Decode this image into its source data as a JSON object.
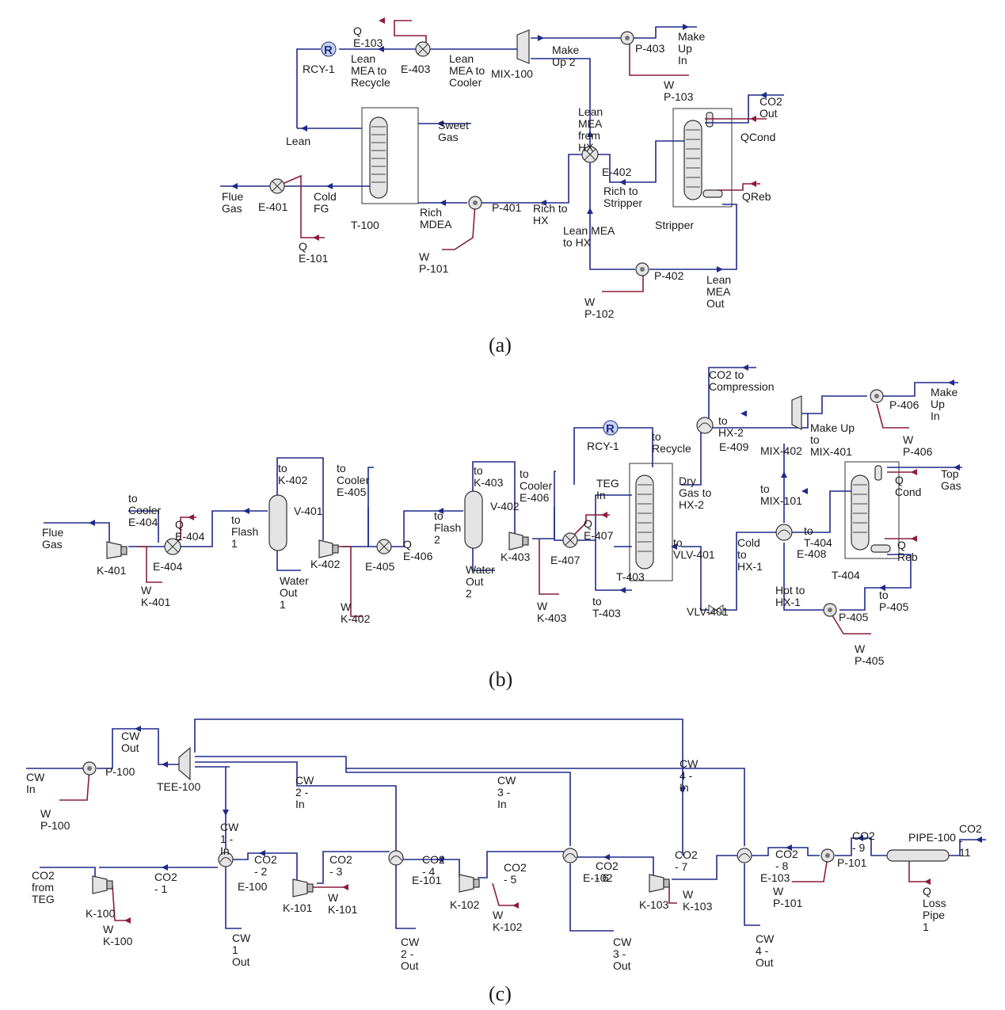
{
  "captions": {
    "a": "(a)",
    "b": "(b)",
    "c": "(c)"
  },
  "colors": {
    "material_stream": "#1f2a8a",
    "energy_stream": "#8c1d3c",
    "equipment": "#e4e4e4"
  },
  "icons": {
    "pump": "pump-icon",
    "heat_exchanger": "heat-exchanger-icon",
    "cooler": "cooler-icon",
    "compressor": "compressor-icon",
    "column": "column-icon",
    "mixer": "mixer-icon",
    "recycle": "recycle-icon",
    "valve": "valve-icon",
    "separator": "separator-icon",
    "pipe": "pipe-icon"
  },
  "a": {
    "recycle_letter": "R",
    "labels": {
      "q_e103": "Q\nE-103",
      "rcy1": "RCY-1",
      "lean_mea_recycle": "Lean\nMEA to\nRecycle",
      "e403": "E-403",
      "lean_mea_cooler": "Lean\nMEA to\nCooler",
      "mix100": "MIX-100",
      "make_up2": "Make\nUp 2",
      "p403": "P-403",
      "make_up_in": "Make\nUp\nIn",
      "w_p103": "W\nP-103",
      "lean": "Lean",
      "sweet_gas": "Sweet\nGas",
      "lean_mea_hx": "Lean\nMEA\nfrom\nHX",
      "co2_out": "CO2\nOut",
      "qcond": "QCond",
      "flue_gas": "Flue\nGas",
      "e401": "E-401",
      "cold_fg": "Cold\nFG",
      "e402": "E-402",
      "rich_to_stripper": "Rich to\nStripper",
      "qreb": "QReb",
      "rich_mdea": "Rich\nMDEA",
      "p401": "P-401",
      "rich_to_hx": "Rich to\nHX",
      "t100": "T-100",
      "lean_mea_to_hx": "Lean MEA\nto HX",
      "stripper": "Stripper",
      "q_e101": "Q\nE-101",
      "w_p101": "W\nP-101",
      "p402": "P-402",
      "lean_mea_out": "Lean\nMEA\nOut",
      "w_p102": "W\nP-102"
    }
  },
  "b": {
    "recycle_letter": "R",
    "labels": {
      "co2_compression": "CO2 to\nCompression",
      "make_up_in": "Make\nUp\nIn",
      "p406": "P-406",
      "to_hx2": "to\nHX-2",
      "e409": "E-409",
      "make_up_to_mix401": "Make Up\nto\nMIX-401",
      "mix402": "MIX-402",
      "w_p406": "W\nP-406",
      "rcy1": "RCY-1",
      "to_recycle": "to\nRecycle",
      "to_k402": "to\nK-402",
      "to_cooler_e405": "to\nCooler\nE-405",
      "to_k403": "to\nK-403",
      "to_cooler_e406": "to\nCooler\nE-406",
      "teg_in": "TEG\nIn",
      "dry_gas": "Dry\nGas to\nHX-2",
      "to_mix101": "to\nMIX-101",
      "q_cond": "Q\nCond",
      "top_gas": "Top\nGas",
      "to_cooler_e404": "to\nCooler\nE-404",
      "v401": "V-401",
      "v402": "V-402",
      "flue_gas": "Flue\nGas",
      "q_e404": "Q\nE-404",
      "to_flash1": "to\nFlash\n1",
      "to_flash2": "to\nFlash\n2",
      "q_e407": "Q\nE-407",
      "to_t404": "to\nT-404",
      "e408": "E-408",
      "q_reb": "Q\nReb",
      "k401": "K-401",
      "e404": "E-404",
      "k402": "K-402",
      "e405": "E-405",
      "q_e406": "Q\nE-406",
      "k403": "K-403",
      "e407": "E-407",
      "to_vlv401": "to\nVLV-401",
      "cold_to_hx1": "Cold\nto\nHX-1",
      "t403": "T-403",
      "t404": "T-404",
      "water_out1": "Water\nOut\n1",
      "water_out2": "Water\nOut\n2",
      "w_k401": "W\nK-401",
      "w_k402": "W\nK-402",
      "w_k403": "W\nK-403",
      "to_t403": "to\nT-403",
      "vlv401": "VLV-401",
      "hot_to_hx1": "Hot to\nHX-1",
      "p405": "P-405",
      "to_p405": "to\nP-405",
      "w_p405": "W\nP-405"
    }
  },
  "c": {
    "labels": {
      "cw_out": "CW\nOut",
      "cw_in": "CW\nIn",
      "p100": "P-100",
      "tee100": "TEE-100",
      "cw2_in": "CW\n2 -\nIn",
      "cw3_in": "CW\n3 -\nIn",
      "cw4_in": "CW\n4 -\nIn",
      "w_p100": "W\nP-100",
      "cw1_in": "CW\n1 -\nIn",
      "co2_from_teg": "CO2\nfrom\nTEG",
      "co2_1": "CO2\n- 1",
      "co2_2": "CO2\n- 2",
      "e100": "E-100",
      "co2_3": "CO2\n- 3",
      "co2_4": "CO2\n- 4",
      "e101": "E-101",
      "co2_5": "CO2\n- 5",
      "co2_6": "CO2\n- 6",
      "e102": "E-102",
      "co2_7": "CO2\n- 7",
      "co2_8": "CO2\n- 8",
      "e103": "E-103",
      "co2_9": "CO2\n- 9",
      "p101": "P-101",
      "pipe100": "PIPE-100",
      "co2_11": "CO2\n-\n11",
      "k100": "K-100",
      "w_k100": "W\nK-100",
      "k101": "K-101",
      "w_k101": "W\nK-101",
      "k102": "K-102",
      "w_k102": "W\nK-102",
      "k103": "K-103",
      "w_k103": "W\nK-103",
      "w_p101": "W\nP-101",
      "q_loss_pipe1": "Q\nLoss\nPipe\n1",
      "cw1_out": "CW\n1\nOut",
      "cw2_out": "CW\n2 -\nOut",
      "cw3_out": "CW\n3 -\nOut",
      "cw4_out": "CW\n4 -\nOut"
    }
  }
}
